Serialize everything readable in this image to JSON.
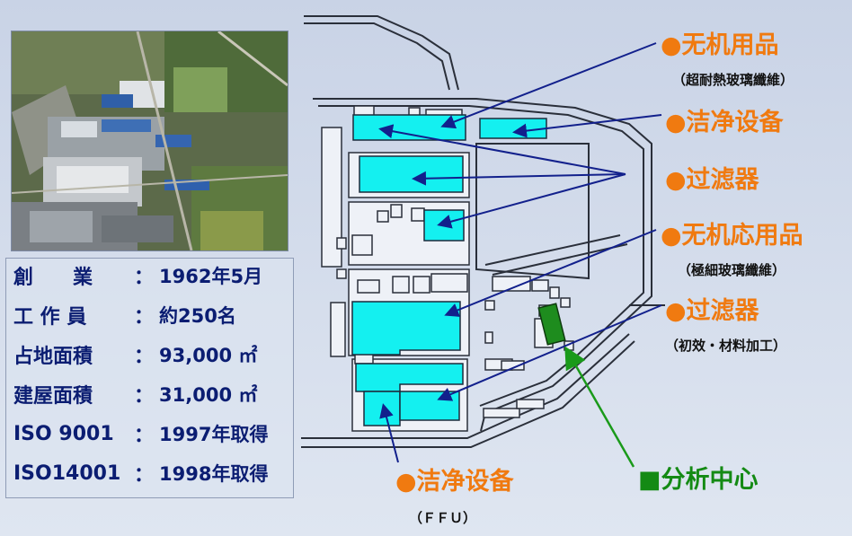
{
  "facility_info": [
    {
      "key": "創　　業",
      "value": "1962年5月"
    },
    {
      "key": "工 作 員",
      "value": "約250名"
    },
    {
      "key": "占地面積",
      "value": "93,000 ㎡"
    },
    {
      "key": "建屋面積",
      "value": "31,000 ㎡"
    },
    {
      "key": "ISO 9001",
      "value": "1997年取得"
    },
    {
      "key": "ISO14001",
      "value": "1998年取得"
    }
  ],
  "separator": "：",
  "labels": {
    "inorganic_products": "●无机用品",
    "inorganic_products_sub": "（超耐熱玻璃纖維）",
    "clean_equipment_top": "●洁净设备",
    "filter_1": "●过滤器",
    "inorganic_applied": "●无机応用品",
    "inorganic_applied_sub": "（極細玻璃纖維）",
    "filter_2": "●过滤器",
    "filter_2_sub": "（初效・材料加工）",
    "clean_equipment_bottom": "●洁净设备",
    "clean_equipment_bottom_sub": "（ＦＦＵ）",
    "analysis_center": "■分析中心"
  },
  "colors": {
    "building_fill": "#14f0f0",
    "label_orange": "#f07a10",
    "label_green": "#148a14",
    "info_text": "#0b1d72",
    "arrow_blue": "#12208c",
    "arrow_green": "#1a9a1a"
  }
}
